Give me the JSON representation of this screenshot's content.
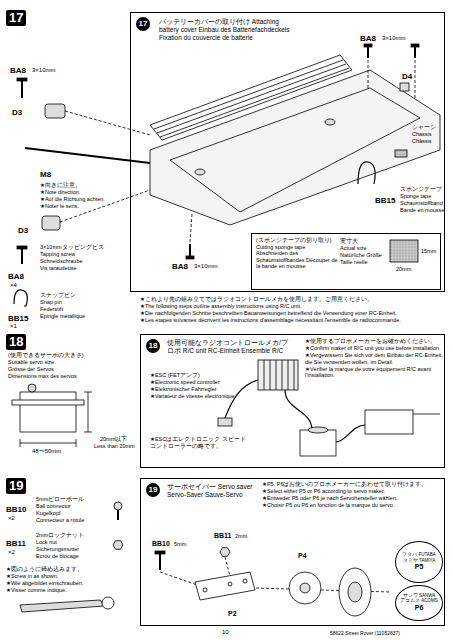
{
  "diagram": {
    "nodes": [
      {
        "text": [
          "バッテリーカバーの取り付け Attaching battery cover Einbau des Batteriefachdeckels Fixation du couvercle de batterie"
        ]
      },
      {
        "text": [
          "(スポンジテープの切り取り) Cutting sponge tape Abschneiden des Schaumstoffbandes Découper de la bande en mousse"
        ],
        "in": 0
      },
      {
        "text": [
          "使用可能なラジオコントロールメカ/プロポ R/C unit RC-Einheit Ensemble R/C"
        ]
      },
      {
        "text": [
          "サーボセイバー Servo saver Servo-Saver Sauve-Servo"
        ]
      },
      {
        "text": [
          "フタバ FUTABA タミヤ TAMIYA",
          "P5"
        ],
        "in": 3
      },
      {
        "text": [
          "サンワ SANWA アコムス ACOMS",
          "P6"
        ],
        "in": 3
      }
    ],
    "labels": [
      "17",
      "BA8",
      "3×10mm",
      "D3",
      "M8",
      "★向きに注意。",
      "★Note direction.",
      "★Auf die Richtung achten.",
      "★Noter le sens.",
      "D3",
      "3×10mmタッピングビス",
      "Tapping screw",
      "Schneidschraube",
      "Vis taraudeuse",
      "BA8",
      "×4",
      "スナップピン",
      "Snap pin",
      "Federstift",
      "Epingle métallique",
      "BB15",
      "×1",
      "17",
      "BA8",
      "3×10mm",
      "D4",
      "シャーシ",
      "Chassis",
      "Châssis",
      "BB15",
      "スポンジテープ",
      "Sponge tape",
      "Schaumstoffband",
      "Bande en mousse",
      "BA8",
      "3×10mm",
      "実寸大",
      "Actual size",
      "Natürliche Größe",
      "Taille réelle",
      "15mm",
      "20mm",
      "★これより先の組み立てではラジオコントロールメカを使用します。ご用意ください。",
      "★The following steps outline assembly instructions using R/C unit.",
      "★Die nachfolgenden Schritte beschreiben Bauanweisungen betreffend die Verwendung einer RC-Einheit.",
      "★Les étapes suivantes décrivent les instructions d'assemblage nécessitant l'ensemble de radiocommande.",
      "18",
      "(使用できるサーボの大きさ)",
      "Suitable servo size",
      "Grösse der Servos",
      "Dimensions max des servos",
      "48〜50mm",
      "20mm以下",
      "Less than 20mm",
      "18",
      "★ESC (FETアンプ)",
      "★Electronic speed controller",
      "★Elektronischer Fahrregler",
      "★Variateur de vitesse électronique",
      "★ESCはエレクトロニック スピード コントローラーの略です。",
      "★使用するプロポメーカーをお確かめください。",
      "★Confirm maker of R/C unit you use before installation.",
      "★Vergewissern Sie sich vor dem Einbau der RC-Einheit, die Sie verwenden wollen, im Detail.",
      "★Vérifier la marque de votre équipement R/C avant l'installation.",
      "19",
      "5mmピローボール",
      "Ball connector",
      "Kugelkopf",
      "Connecteur à rotule",
      "BB10",
      "×2",
      "2mmロックナット",
      "Lock nut",
      "Sicherungsmutter",
      "Ecrou de blocage",
      "BB11",
      "×2",
      "★図のように締め込みます。",
      "★Screw in as shown.",
      "★Wie abgebildet einschrauben.",
      "★Visser comme indiqué.",
      "19",
      "★P5, P6はお使いのプロポメーカーにあわせて取り付けます。",
      "★Select either P5 or P6 according to servo maker.",
      "★Entweder P5 oder P6 je nach Servohersteller wählen.",
      "★Choisir P5 ou P6 en fonction de la marque du servo.",
      "BB10",
      "5mm",
      "BB11",
      "2mm",
      "P4",
      "P2",
      "10",
      "58622 Street Rover (11052837)"
    ]
  }
}
